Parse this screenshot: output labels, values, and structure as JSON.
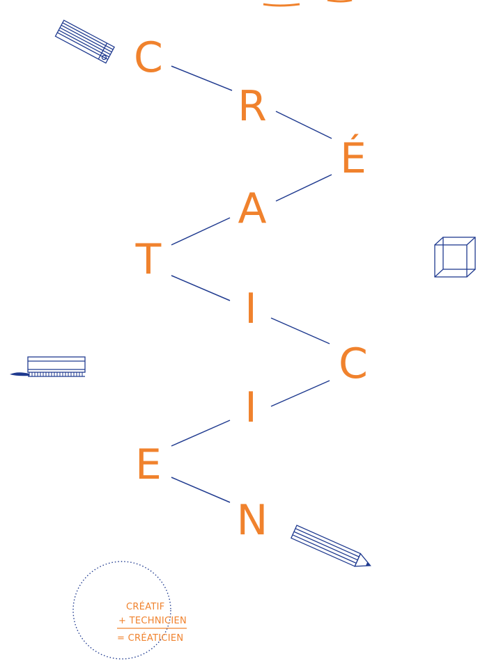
{
  "word_letters": [
    "C",
    "R",
    "É",
    "A",
    "T",
    "I",
    "C",
    "I",
    "E",
    "N"
  ],
  "formula": {
    "line1": "CRÉATIF",
    "line2": "+ TECHNICIEN",
    "line3": "= CRÉATICIEN"
  },
  "colors": {
    "accent": "#f0822d",
    "ink": "#1f3a8f"
  },
  "icons": [
    "ruler-icon",
    "cube-icon",
    "brush-icon",
    "pencil-icon"
  ]
}
